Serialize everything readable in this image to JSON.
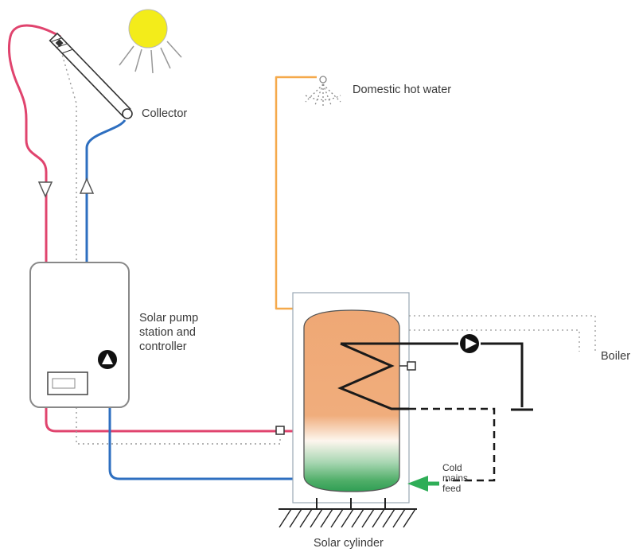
{
  "diagram": {
    "labels": {
      "collector": "Collector",
      "pump_station_line1": "Solar pump",
      "pump_station_line2": "station and",
      "pump_station_line3": "controller",
      "domestic_hot_water": "Domestic hot water",
      "boiler": "Boiler",
      "cold_mains_line1": "Cold",
      "cold_mains_line2": "mains",
      "cold_mains_line3": "feed",
      "solar_cylinder": "Solar cylinder"
    },
    "colors": {
      "hot_pipe": "#e0446e",
      "cold_pipe": "#2e6fc0",
      "dhw_pipe": "#f5a94b",
      "sun": "#f3ec1a",
      "tank_top": "#efa875",
      "tank_mid": "#fdf6ee",
      "tank_bottom": "#2f9e54",
      "cold_feed": "#2fae57",
      "pipe_black": "#1a1a1a",
      "dotted_gray": "#999999",
      "text": "#3a3a3a"
    }
  }
}
